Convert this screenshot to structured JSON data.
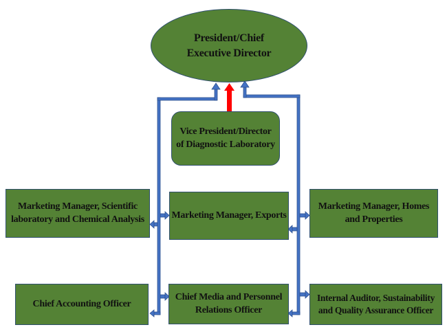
{
  "diagram": {
    "type": "organizational-chart",
    "colors": {
      "node_fill": "#548235",
      "node_border": "#2f4f6f",
      "connector": "#4472c4",
      "primary_arrow": "#ff0000",
      "text": "#111111"
    },
    "nodes": {
      "president": {
        "line1": "President/Chief",
        "line2": "Executive Director"
      },
      "vice_president": {
        "line1": "Vice President/Director",
        "line2": "of Diagnostic Laboratory"
      },
      "mm_scientific": {
        "line1": "Marketing Manager, Scientific",
        "line2": "laboratory and Chemical Analysis"
      },
      "mm_exports": {
        "line1": "Marketing Manager, Exports"
      },
      "mm_homes": {
        "line1": "Marketing Manager, Homes",
        "line2": "and Properties"
      },
      "chief_accounting": {
        "line1": "Chief Accounting Officer"
      },
      "chief_media": {
        "line1": "Chief Media and Personnel",
        "line2": "Relations Officer"
      },
      "internal_auditor": {
        "line1": "Internal Auditor, Sustainability",
        "line2": "and Quality Assurance Officer"
      }
    },
    "edges": [
      {
        "from": "vice_president",
        "to": "president",
        "style": "red-arrow"
      },
      {
        "from": "left-bus",
        "to": "president",
        "style": "blue-arrow"
      },
      {
        "from": "right-bus",
        "to": "president",
        "style": "blue-arrow"
      },
      {
        "from": "left-bus",
        "to": "mm_exports"
      },
      {
        "from": "left-bus",
        "to": "mm_scientific"
      },
      {
        "from": "left-bus",
        "to": "chief_media"
      },
      {
        "from": "left-bus",
        "to": "chief_accounting"
      },
      {
        "from": "right-bus",
        "to": "mm_homes"
      },
      {
        "from": "right-bus",
        "to": "mm_exports"
      },
      {
        "from": "right-bus",
        "to": "internal_auditor"
      },
      {
        "from": "right-bus",
        "to": "chief_media"
      }
    ]
  }
}
